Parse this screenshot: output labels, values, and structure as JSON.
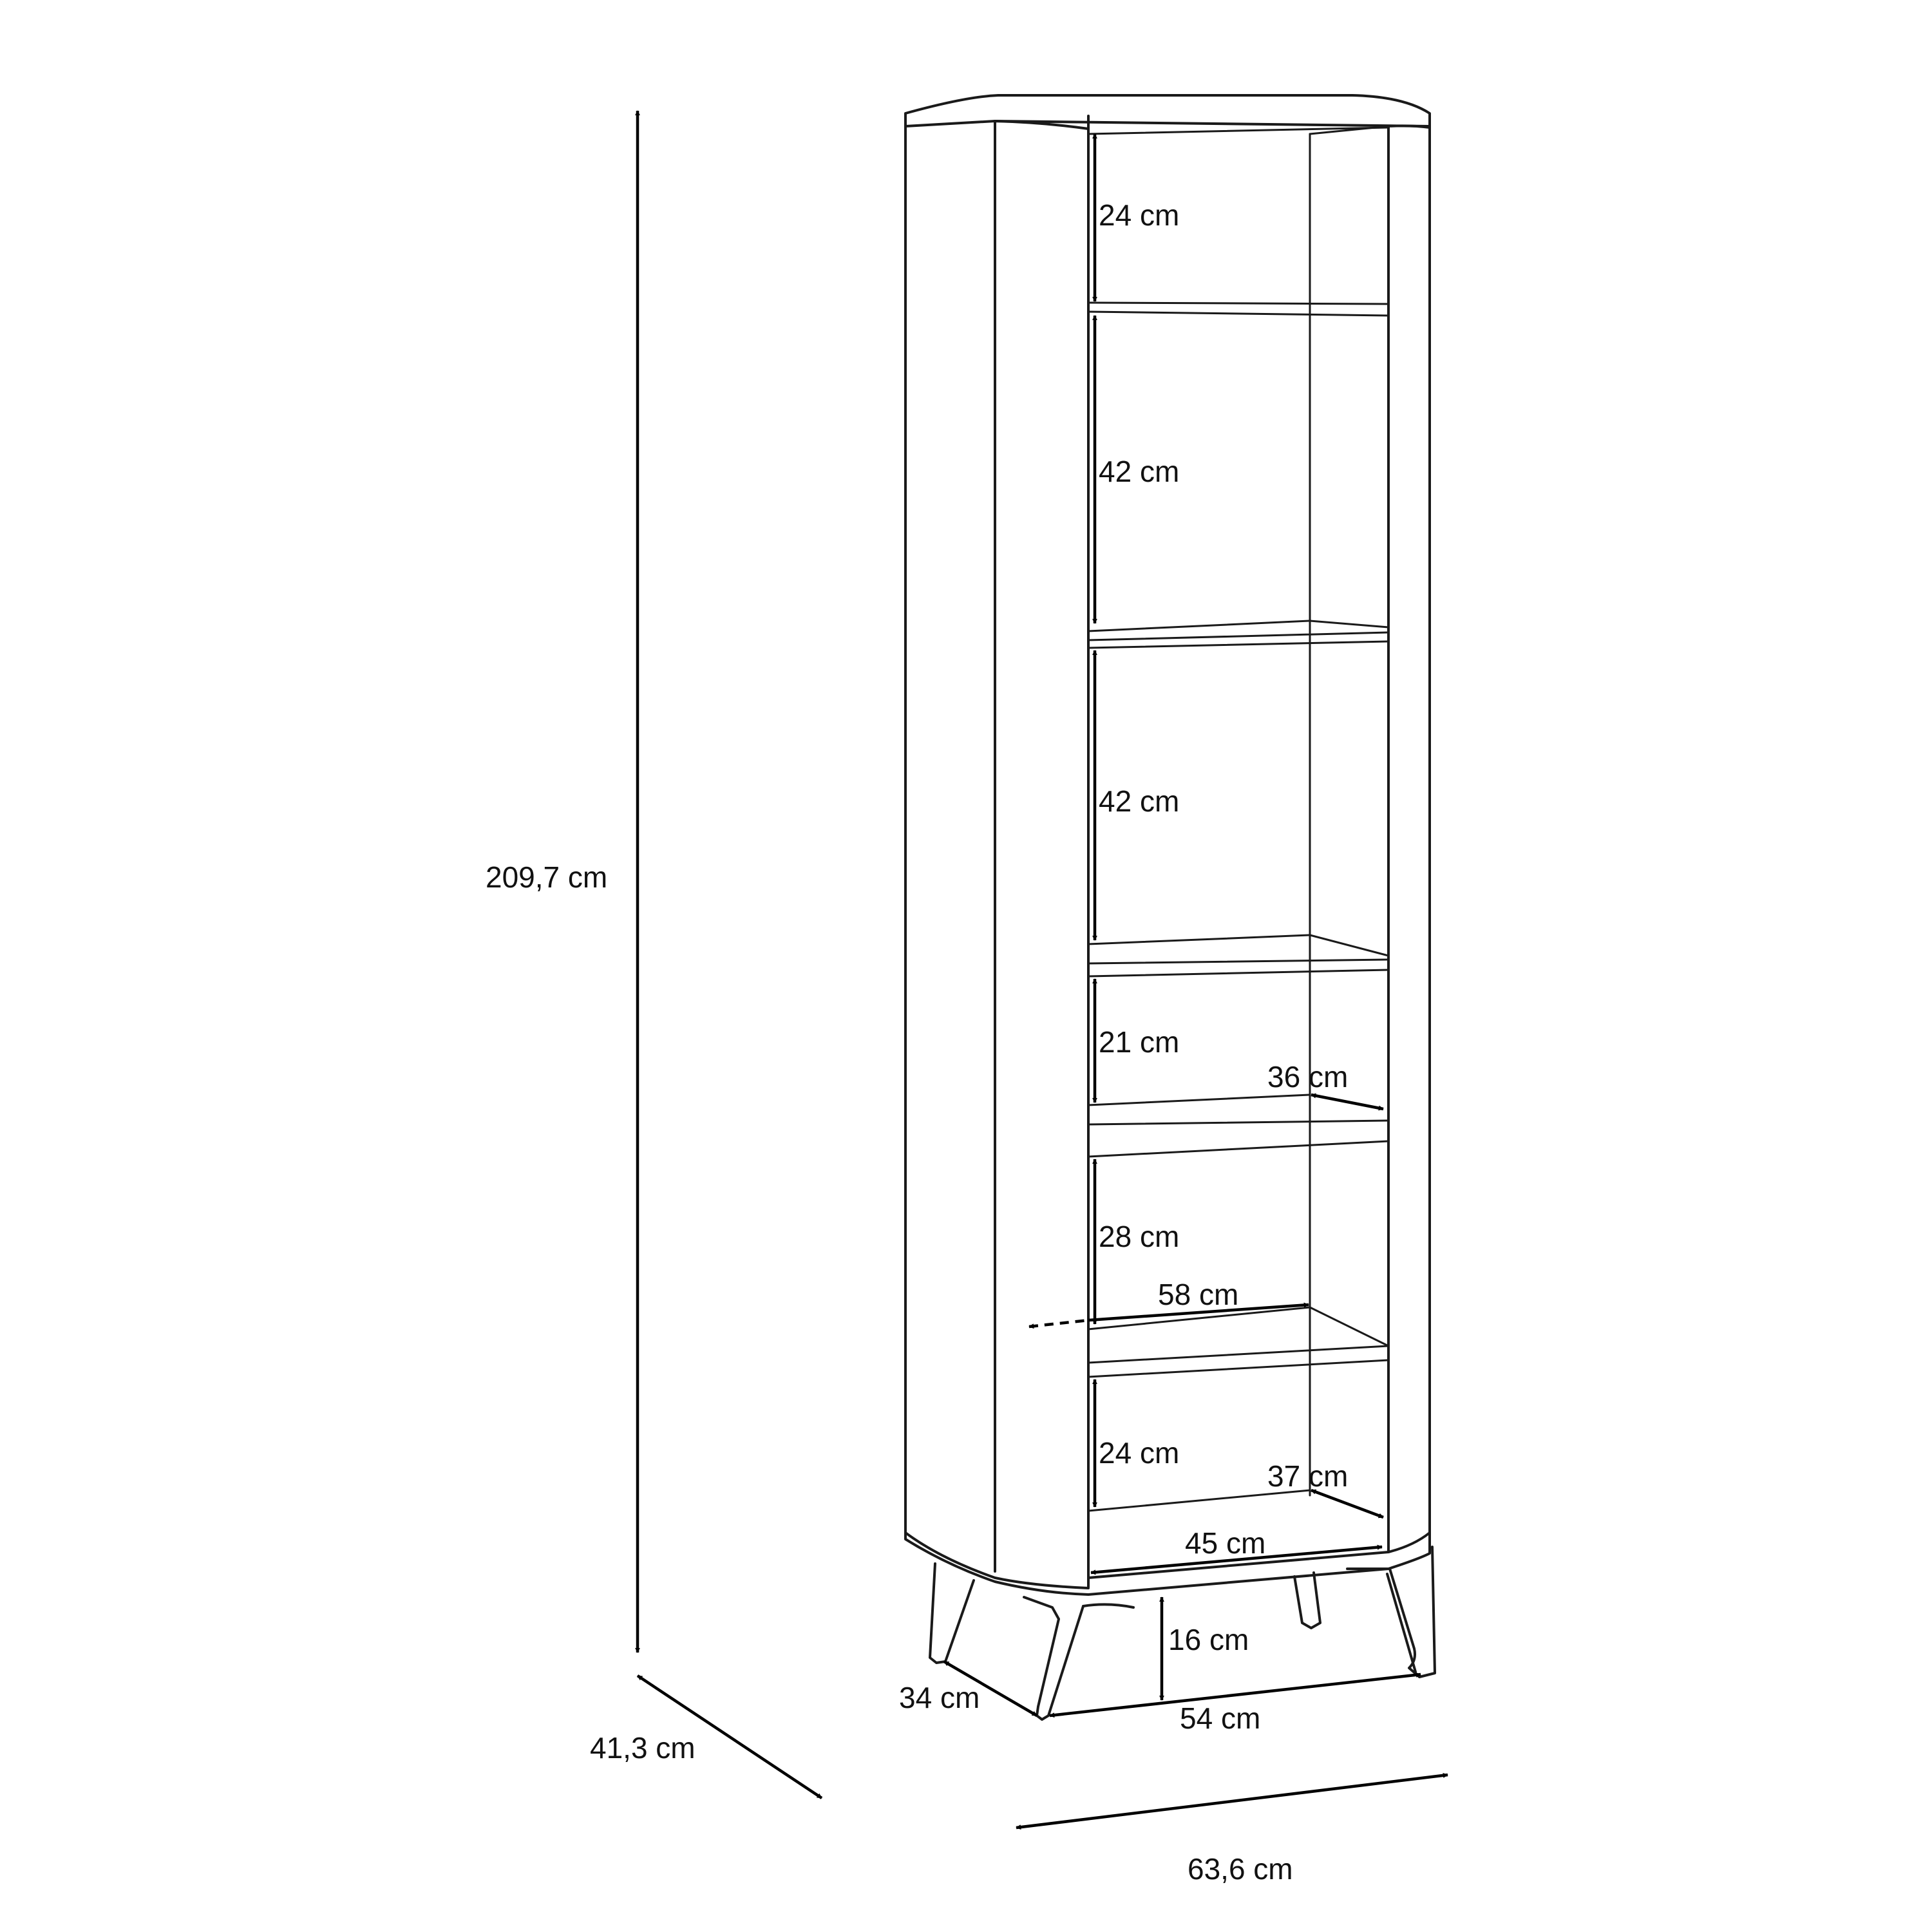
{
  "diagram": {
    "labels": {
      "total_height": "209,7 cm",
      "total_depth": "41,3 cm",
      "total_width": "63,6 cm",
      "shelf_1_height": "24 cm",
      "shelf_2_height": "42 cm",
      "shelf_3_height": "42 cm",
      "shelf_4_height": "21 cm",
      "shelf_4_depth": "36 cm",
      "shelf_5_height": "28 cm",
      "shelf_width": "58 cm",
      "shelf_6_height": "24 cm",
      "bottom_shelf_depth": "37 cm",
      "bottom_width": "45 cm",
      "leg_height": "16 cm",
      "leg_depth": "34 cm",
      "leg_width": "54 cm"
    }
  },
  "colors": {
    "line": "#1a1a1a",
    "background": "#ffffff"
  }
}
